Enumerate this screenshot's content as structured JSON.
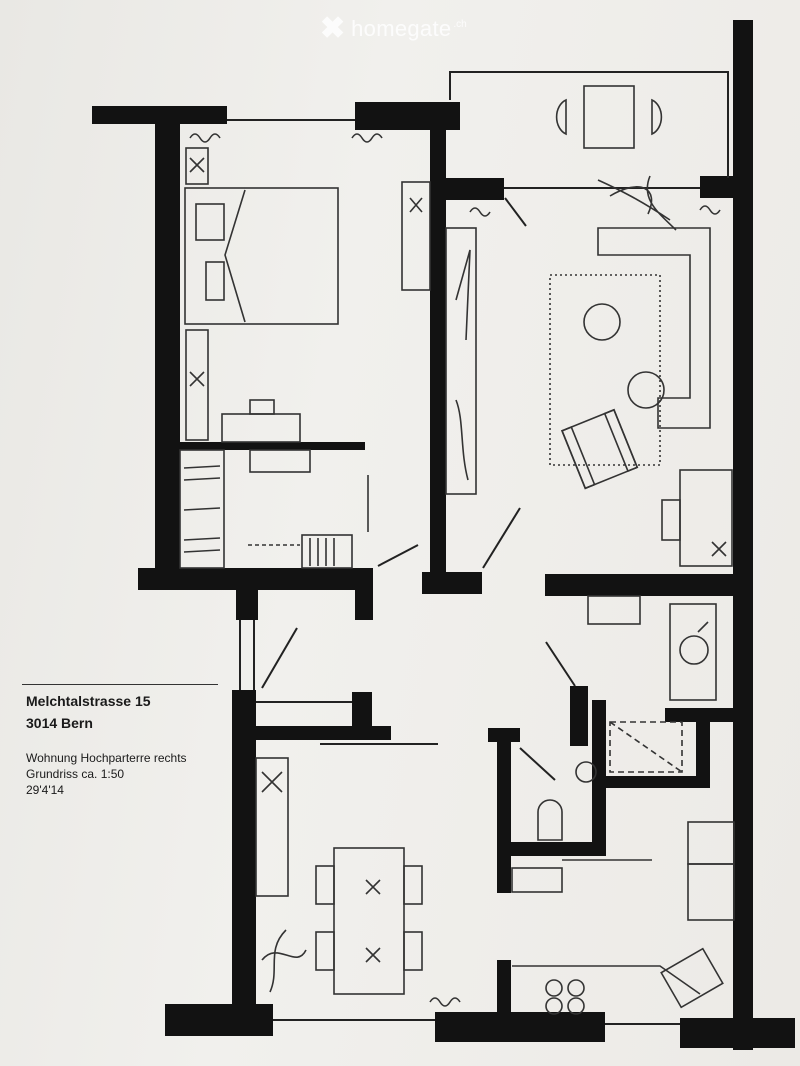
{
  "watermark": {
    "brand": "homegate",
    "tld": ".ch",
    "icon": "homegate-cross-icon"
  },
  "title_block": {
    "street": "Melchtalstrasse 15",
    "city": "3014 Bern",
    "unit": "Wohnung Hochparterre rechts",
    "scale": "Grundriss ca. 1:50",
    "date": "29'4'14"
  },
  "colors": {
    "paper": "#eeede9",
    "wall": "#121212",
    "sketch": "#333333"
  }
}
